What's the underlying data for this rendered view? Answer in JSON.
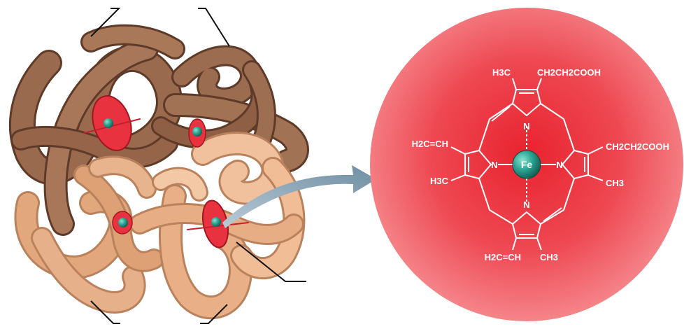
{
  "heme": {
    "center_atom": "Fe",
    "nitrogen": "N",
    "substituents": {
      "top_left": "H3C",
      "top_right": "CH2CH2COOH",
      "right_top": "CH2CH2COOH",
      "right_bottom": "CH3",
      "bottom_right": "CH3",
      "bottom_left": "H2C=CH",
      "left_top": "H2C=CH",
      "left_bottom": "H3C"
    }
  },
  "colors": {
    "alpha_chain": "#9a6a4e",
    "beta_chain": "#e2a77d",
    "heme_disc": "#e8323f",
    "iron": "#2aa592",
    "sphere": "#f0535c",
    "arrow": "#7b98ab"
  }
}
